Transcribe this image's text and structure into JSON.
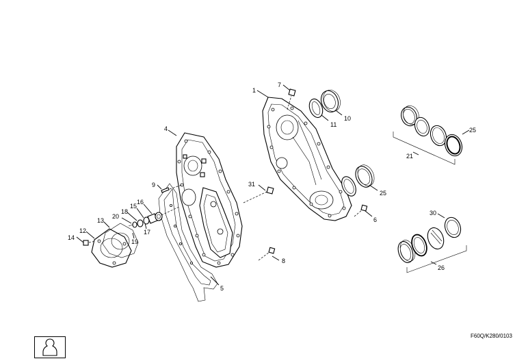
{
  "callouts": {
    "c1": "1",
    "c4": "4",
    "c5": "5",
    "c6": "6",
    "c7": "7",
    "c8": "8",
    "c9": "9",
    "c10": "10",
    "c11": "11",
    "c12": "12",
    "c13": "13",
    "c14": "14",
    "c15": "15",
    "c16": "16",
    "c17": "17",
    "c18": "18",
    "c19": "19",
    "c20": "20",
    "c21": "21",
    "c25a": "25",
    "c25b": "25",
    "c26": "26",
    "c30": "30",
    "c31": "31"
  },
  "drawing_code": "F60Q/K280/0103",
  "reference_icon": "key-lock-icon"
}
